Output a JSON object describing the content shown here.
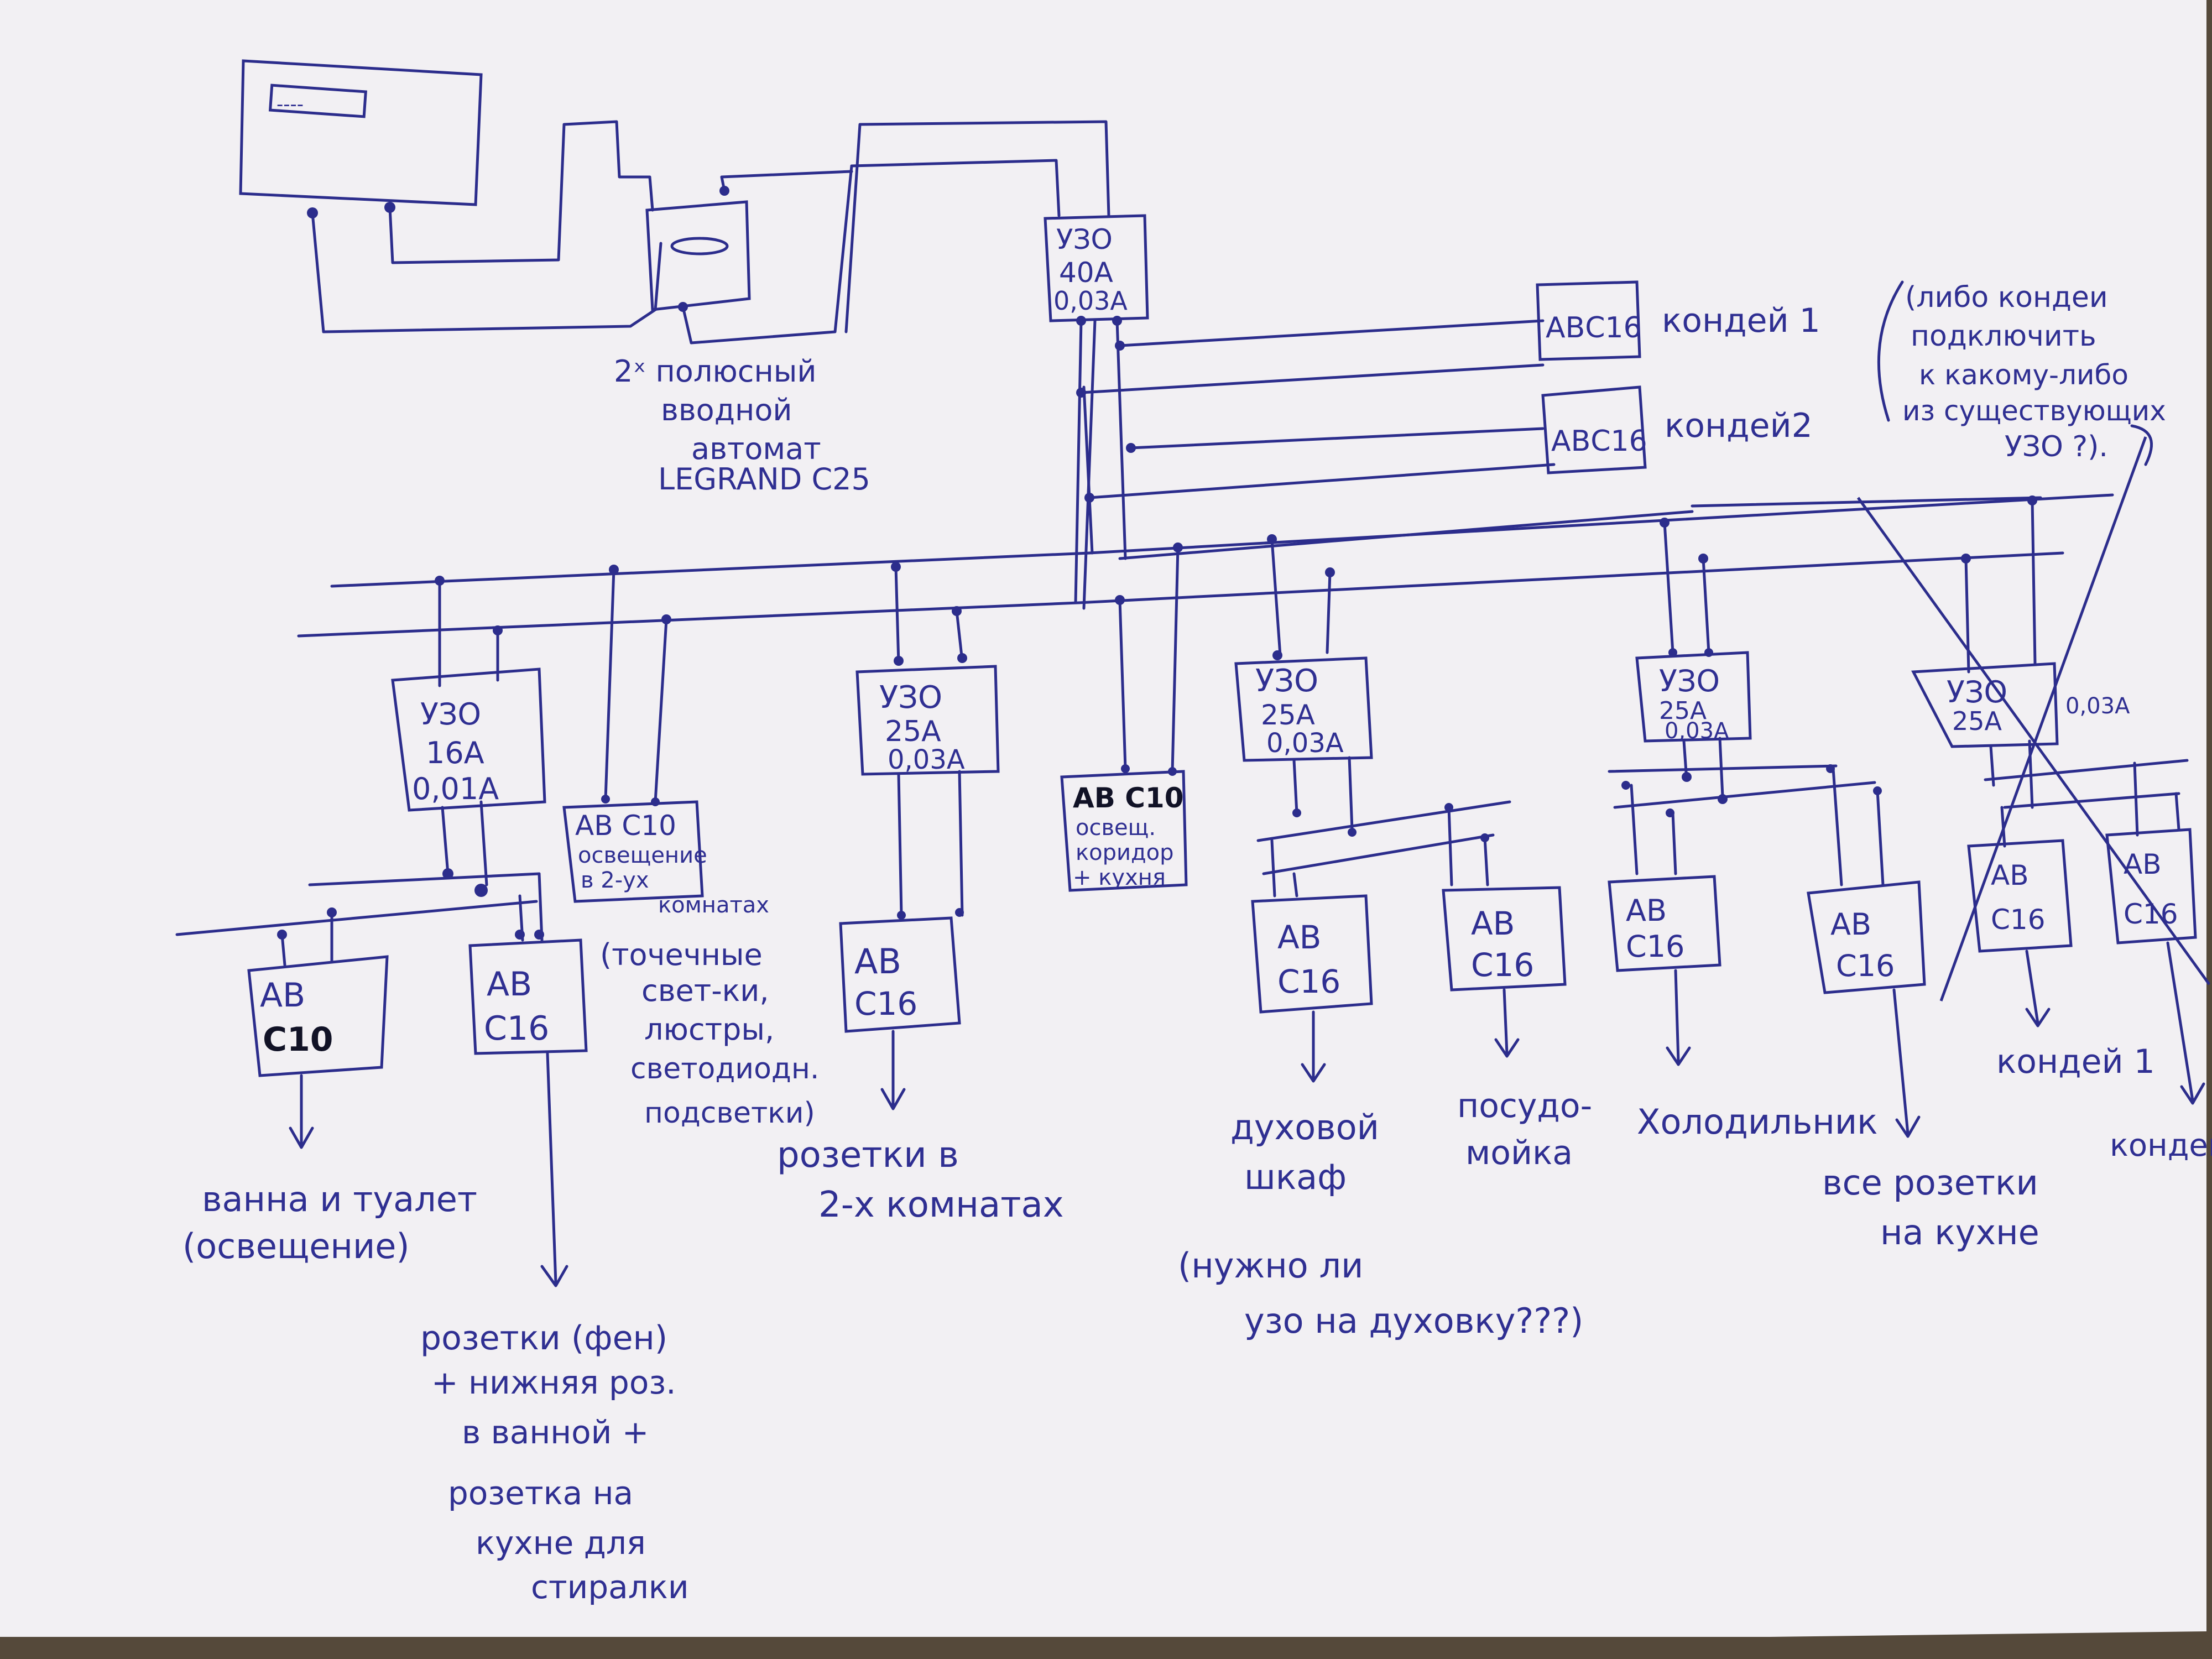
{
  "meter_label": "----",
  "main_breaker": {
    "note": [
      "2ˣ полюсный",
      "вводной",
      "автомат",
      "LEGRAND C25"
    ]
  },
  "top_rcd": {
    "lines": [
      "УЗО",
      "40А",
      "0,03А"
    ]
  },
  "ac_breakers": [
    {
      "box": "АВС16",
      "label": "кондей 1"
    },
    {
      "box": "АВС16",
      "label": "кондей2"
    }
  ],
  "side_question": [
    "(либо кондеи",
    "подключить",
    "к какому-либо",
    "из существующих",
    "УЗО ?)."
  ],
  "groups": {
    "bath": {
      "rcd": [
        "УЗО",
        "16А",
        "0,01А"
      ],
      "breaker_light": [
        "АВ",
        "С10"
      ],
      "breaker_sockets": [
        "АВ",
        "С16"
      ],
      "label_light": [
        "ванна и туалет",
        "(освещение)"
      ],
      "label_sockets": [
        "розетки (фен)",
        "+ нижняя роз.",
        "в ванной +",
        "розетка на",
        "кухне для",
        "стиралки"
      ]
    },
    "lighting": {
      "breaker": [
        "АВ С10",
        "освещение",
        "в 2-ух",
        "комнатах"
      ],
      "note": [
        "(точечные",
        "свет-ки,",
        "люстры,",
        "светодиодн.",
        "подсветки)"
      ]
    },
    "rooms": {
      "rcd": [
        "УЗО",
        "25А",
        "0,03А"
      ],
      "breaker": [
        "АВ",
        "С16"
      ],
      "label": [
        "розетки в",
        "2-х комнатах"
      ]
    },
    "corridor": {
      "breaker": [
        "АВ С10",
        "освещ.",
        "коридор",
        "+ кухня"
      ]
    },
    "kitchen1": {
      "rcd": [
        "УЗО",
        "25А",
        "0,03А"
      ],
      "breaker_oven": [
        "АВ",
        "С16"
      ],
      "breaker_dish": [
        "АВ",
        "С16"
      ],
      "label_oven": [
        "духовой",
        "шкаф"
      ],
      "label_dish": [
        "посудо-",
        "мойка"
      ],
      "question": [
        "(нужно ли",
        "узо на духовку???)"
      ]
    },
    "kitchen2": {
      "rcd": [
        "УЗО",
        "25А",
        "0,03А"
      ],
      "breaker_fridge": [
        "АВ",
        "С16"
      ],
      "breaker_sockets": [
        "АВ",
        "С16"
      ],
      "label_fridge": "Холодильник",
      "label_sockets": [
        "все розетки",
        "на кухне"
      ]
    },
    "crossed": {
      "rcd": [
        "УЗО",
        "25А",
        "0,03А"
      ],
      "breaker1": [
        "АВ",
        "С16"
      ],
      "breaker2": [
        "АВ",
        "С16"
      ],
      "label1": "кондей 1",
      "label2": "кондей"
    }
  }
}
